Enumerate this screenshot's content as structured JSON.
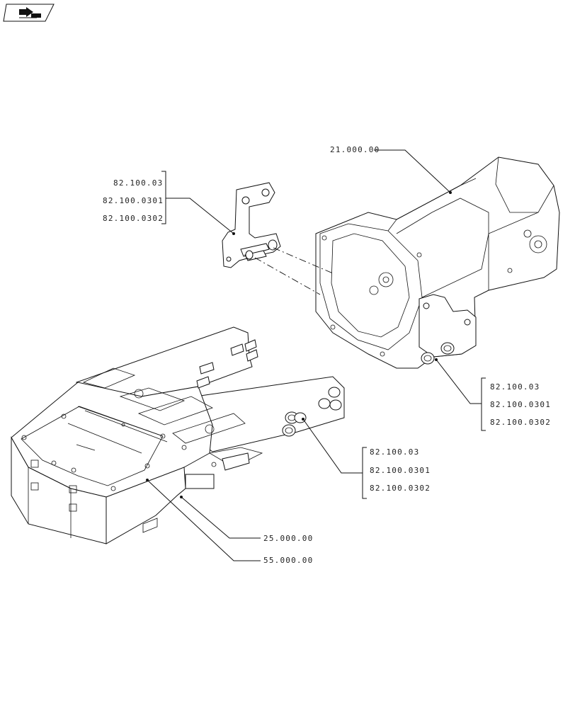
{
  "nav_icon": {
    "name": "page-navigation-icon"
  },
  "callouts": {
    "transmission": "21.000.00",
    "bracket_group_upper": [
      "82.100.03",
      "82.100.0301",
      "82.100.0302"
    ],
    "bracket_group_right": [
      "82.100.03",
      "82.100.0301",
      "82.100.0302"
    ],
    "bracket_group_middle": [
      "82.100.03",
      "82.100.0301",
      "82.100.0302"
    ],
    "front_frame": "25.000.00",
    "front_support": "55.000.00"
  }
}
